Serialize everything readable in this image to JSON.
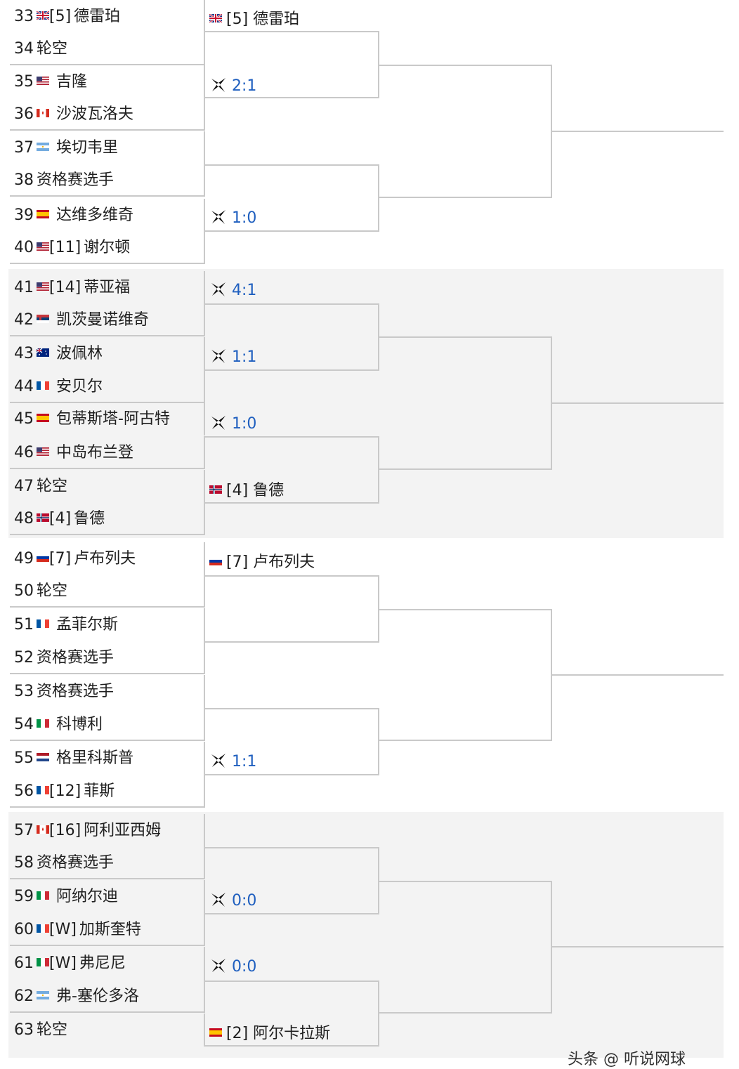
{
  "players": [
    {
      "num": "33",
      "flag": "gbr",
      "seed": "[5]",
      "name": "德雷珀"
    },
    {
      "num": "34",
      "flag": "",
      "seed": "",
      "name": "轮空"
    },
    {
      "num": "35",
      "flag": "usa",
      "seed": "",
      "name": "吉隆"
    },
    {
      "num": "36",
      "flag": "can",
      "seed": "",
      "name": "沙波瓦洛夫"
    },
    {
      "num": "37",
      "flag": "arg",
      "seed": "",
      "name": "埃切韦里"
    },
    {
      "num": "38",
      "flag": "",
      "seed": "",
      "name": "资格赛选手"
    },
    {
      "num": "39",
      "flag": "esp",
      "seed": "",
      "name": "达维多维奇"
    },
    {
      "num": "40",
      "flag": "usa",
      "seed": "[11]",
      "name": "谢尔顿"
    },
    {
      "num": "41",
      "flag": "usa",
      "seed": "[14]",
      "name": "蒂亚福"
    },
    {
      "num": "42",
      "flag": "srb",
      "seed": "",
      "name": "凯茨曼诺维奇"
    },
    {
      "num": "43",
      "flag": "aus",
      "seed": "",
      "name": "波佩林"
    },
    {
      "num": "44",
      "flag": "fra",
      "seed": "",
      "name": "安贝尔"
    },
    {
      "num": "45",
      "flag": "esp",
      "seed": "",
      "name": "包蒂斯塔-阿古特"
    },
    {
      "num": "46",
      "flag": "usa",
      "seed": "",
      "name": "中岛布兰登"
    },
    {
      "num": "47",
      "flag": "",
      "seed": "",
      "name": "轮空"
    },
    {
      "num": "48",
      "flag": "nor",
      "seed": "[4]",
      "name": "鲁德"
    },
    {
      "num": "49",
      "flag": "rus",
      "seed": "[7]",
      "name": "卢布列夫"
    },
    {
      "num": "50",
      "flag": "",
      "seed": "",
      "name": "轮空"
    },
    {
      "num": "51",
      "flag": "fra",
      "seed": "",
      "name": "孟菲尔斯"
    },
    {
      "num": "52",
      "flag": "",
      "seed": "",
      "name": "资格赛选手"
    },
    {
      "num": "53",
      "flag": "",
      "seed": "",
      "name": "资格赛选手"
    },
    {
      "num": "54",
      "flag": "ita",
      "seed": "",
      "name": "科博利"
    },
    {
      "num": "55",
      "flag": "ned",
      "seed": "",
      "name": "格里科斯普"
    },
    {
      "num": "56",
      "flag": "fra",
      "seed": "[12]",
      "name": "菲斯"
    },
    {
      "num": "57",
      "flag": "can",
      "seed": "[16]",
      "name": "阿利亚西姆"
    },
    {
      "num": "58",
      "flag": "",
      "seed": "",
      "name": "资格赛选手"
    },
    {
      "num": "59",
      "flag": "ita",
      "seed": "",
      "name": "阿纳尔迪"
    },
    {
      "num": "60",
      "flag": "fra",
      "seed": "[W]",
      "name": "加斯奎特"
    },
    {
      "num": "61",
      "flag": "ita",
      "seed": "[W]",
      "name": "弗尼尼"
    },
    {
      "num": "62",
      "flag": "arg",
      "seed": "",
      "name": "弗-塞伦多洛"
    },
    {
      "num": "63",
      "flag": "",
      "seed": "",
      "name": "轮空"
    }
  ],
  "round2": [
    {
      "type": "player",
      "flag": "gbr",
      "text": "[5] 德雷珀"
    },
    {
      "type": "score",
      "text": "2:1"
    },
    {
      "type": "empty",
      "text": ""
    },
    {
      "type": "score",
      "text": "1:0"
    },
    {
      "type": "score",
      "text": "4:1"
    },
    {
      "type": "score",
      "text": "1:1"
    },
    {
      "type": "score",
      "text": "1:0"
    },
    {
      "type": "player",
      "flag": "nor",
      "text": "[4] 鲁德"
    },
    {
      "type": "player",
      "flag": "rus",
      "text": "[7] 卢布列夫"
    },
    {
      "type": "empty",
      "text": ""
    },
    {
      "type": "empty",
      "text": ""
    },
    {
      "type": "score",
      "text": "1:1"
    },
    {
      "type": "empty",
      "text": ""
    },
    {
      "type": "score",
      "text": "0:0"
    },
    {
      "type": "score",
      "text": "0:0"
    },
    {
      "type": "player",
      "flag": "esp",
      "text": "[2] 阿尔卡拉斯"
    }
  ],
  "watermark": "头条 @ 听说网球"
}
